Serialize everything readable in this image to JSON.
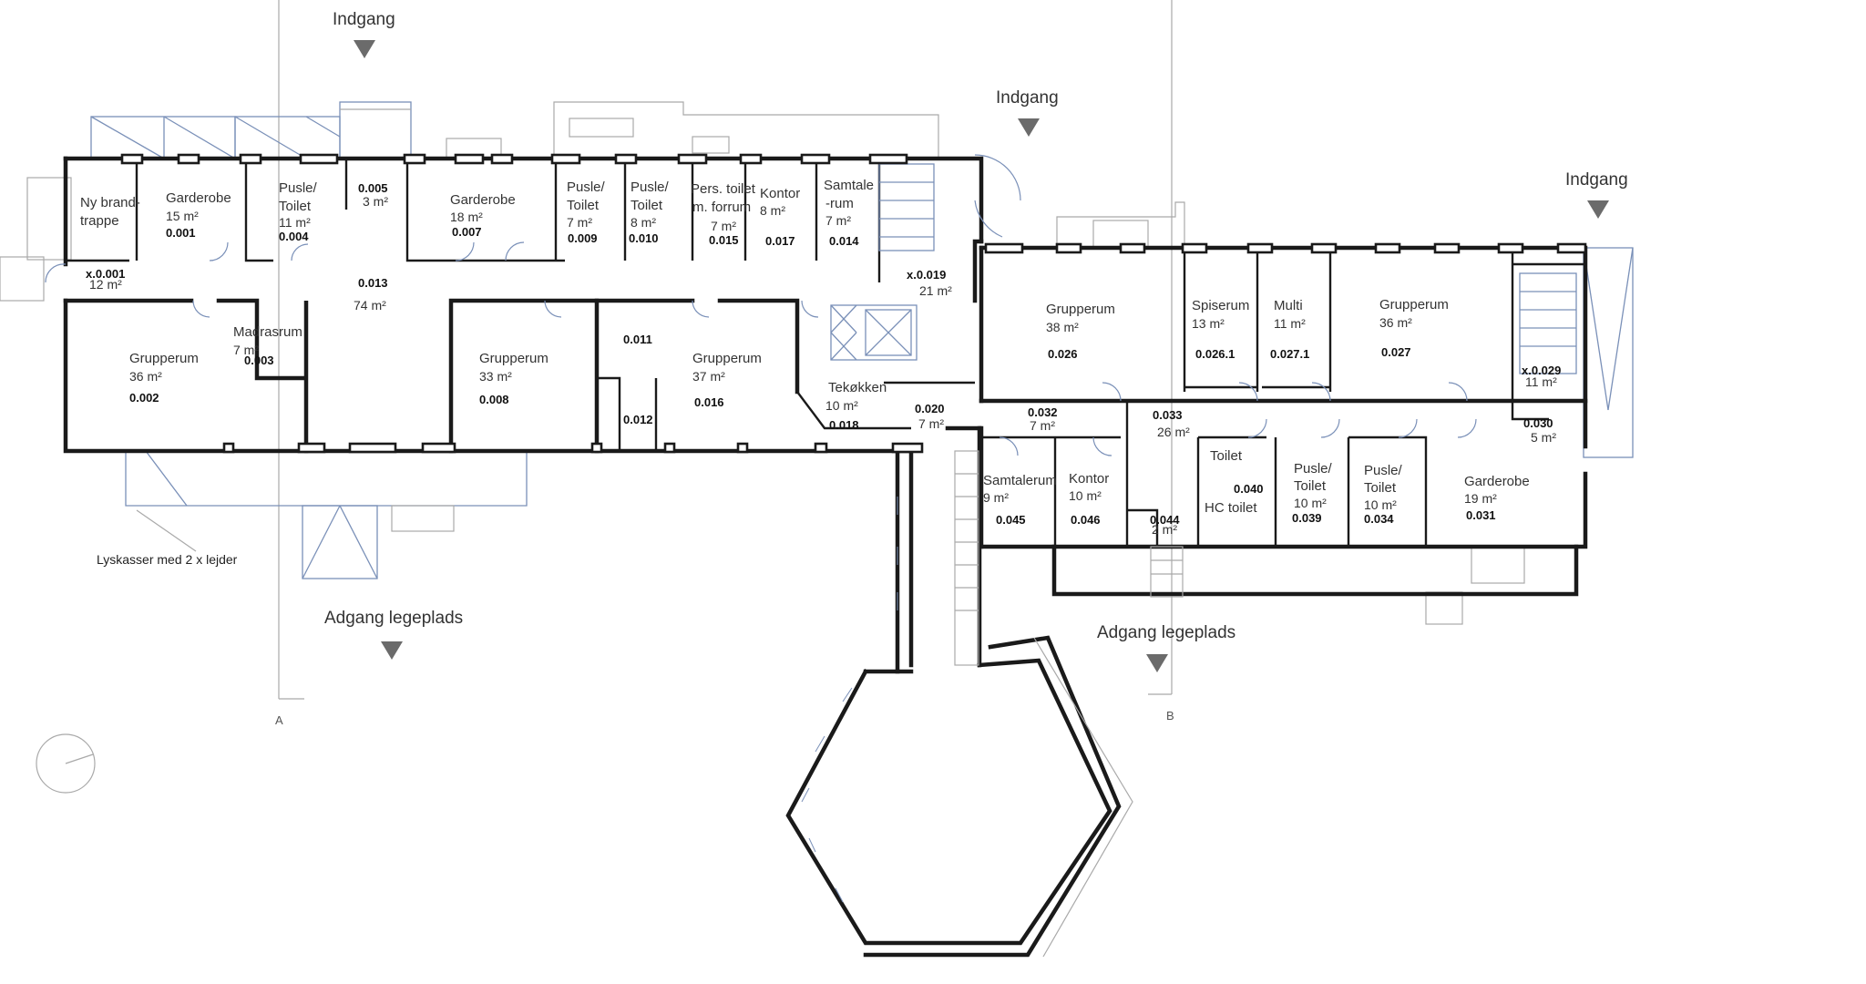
{
  "entrances": [
    {
      "id": "entrance-a",
      "label": "Indgang"
    },
    {
      "id": "entrance-b",
      "label": "Indgang"
    },
    {
      "id": "entrance-c",
      "label": "Indgang"
    },
    {
      "id": "playground-a",
      "label": "Adgang legeplads"
    },
    {
      "id": "playground-b",
      "label": "Adgang legeplads"
    }
  ],
  "notes": {
    "skylights": "Lyskasser med 2 x lejder"
  },
  "axes": {
    "a": "A",
    "b": "B"
  },
  "rooms": [
    {
      "name": "Ny brand-",
      "name2": "trappe",
      "area": "",
      "id": ""
    },
    {
      "name": "Garderobe",
      "area": "15 m²",
      "id": "0.001"
    },
    {
      "name": "Pusle/",
      "name2": "Toilet",
      "area": "11 m²",
      "id": "0.004"
    },
    {
      "name": "",
      "area": "3 m²",
      "id": "0.005"
    },
    {
      "name": "Garderobe",
      "area": "18 m²",
      "id": "0.007"
    },
    {
      "name": "Pusle/",
      "name2": "Toilet",
      "area": "7 m²",
      "id": "0.009"
    },
    {
      "name": "Pusle/",
      "name2": "Toilet",
      "area": "8 m²",
      "id": "0.010"
    },
    {
      "name": "Pers. toilet",
      "name2": "m. forrum",
      "area": "7 m²",
      "id": "0.015"
    },
    {
      "name": "Kontor",
      "area": "8 m²",
      "id": "0.017"
    },
    {
      "name": "Samtale",
      "name2": "-rum",
      "area": "7 m²",
      "id": "0.014"
    },
    {
      "name": "",
      "area": "12 m²",
      "id": "x.0.001"
    },
    {
      "name": "",
      "area": "74 m²",
      "id": "0.013"
    },
    {
      "name": "",
      "area": "21 m²",
      "id": "x.0.019"
    },
    {
      "name": "Grupperum",
      "area": "36 m²",
      "id": "0.002"
    },
    {
      "name": "Madrasrum",
      "area": "7 m²",
      "id": "0.003"
    },
    {
      "name": "Grupperum",
      "area": "33 m²",
      "id": "0.008"
    },
    {
      "name": "",
      "area": "",
      "id": "0.011"
    },
    {
      "name": "",
      "area": "",
      "id": "0.012"
    },
    {
      "name": "Grupperum",
      "area": "37 m²",
      "id": "0.016"
    },
    {
      "name": "Tekøkken",
      "area": "10 m²",
      "id": "0.018"
    },
    {
      "name": "",
      "area": "7 m²",
      "id": "0.020"
    },
    {
      "name": "Grupperum",
      "area": "38 m²",
      "id": "0.026"
    },
    {
      "name": "Spiserum",
      "area": "13 m²",
      "id": "0.026.1"
    },
    {
      "name": "Multi",
      "area": "11 m²",
      "id": "0.027.1"
    },
    {
      "name": "Grupperum",
      "area": "36 m²",
      "id": "0.027"
    },
    {
      "name": "",
      "area": "11 m²",
      "id": "x.0.029"
    },
    {
      "name": "",
      "area": "7 m²",
      "id": "0.032"
    },
    {
      "name": "",
      "area": "26 m²",
      "id": "0.033"
    },
    {
      "name": "",
      "area": "5 m²",
      "id": "0.030"
    },
    {
      "name": "Samtalerum",
      "area": "9 m²",
      "id": "0.045"
    },
    {
      "name": "Kontor",
      "area": "10 m²",
      "id": "0.046"
    },
    {
      "name": "",
      "area": "2 m²",
      "id": "0.044"
    },
    {
      "name": "Toilet",
      "area": "",
      "id": "0.040"
    },
    {
      "name": "HC toilet",
      "area": "",
      "id": ""
    },
    {
      "name": "Pusle/",
      "name2": "Toilet",
      "area": "10 m²",
      "id": "0.039"
    },
    {
      "name": "Pusle/",
      "name2": "Toilet",
      "area": "10 m²",
      "id": "0.034"
    },
    {
      "name": "Garderobe",
      "area": "19 m²",
      "id": "0.031"
    }
  ]
}
